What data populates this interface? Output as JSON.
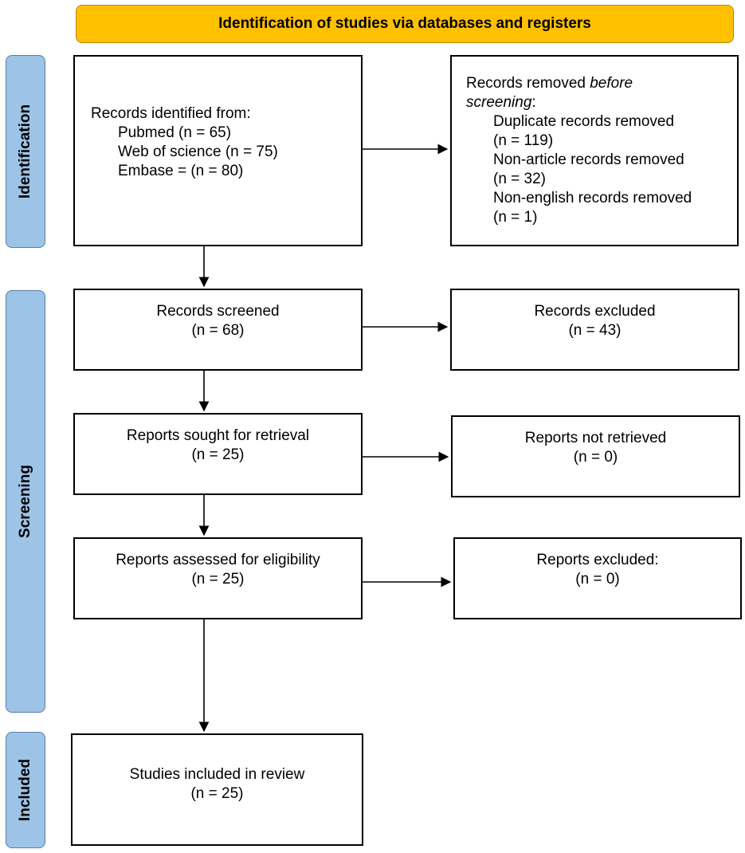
{
  "header": "Identification of studies via databases and registers",
  "phases": {
    "identification": "Identification",
    "screening": "Screening",
    "included": "Included"
  },
  "identified": {
    "title": "Records identified from:",
    "sources": [
      "Pubmed (n = 65)",
      "Web of science (n = 75)",
      "Embase = (n = 80)"
    ]
  },
  "removed": {
    "title_start": "Records removed ",
    "title_italic": "before",
    "title_line2": "screening",
    "title_colon": ":",
    "items": [
      "Duplicate records removed",
      "(n = 119)",
      "Non-article records removed",
      "(n = 32)",
      "Non-english records removed",
      "(n = 1)"
    ]
  },
  "screened": {
    "label": "Records screened",
    "n": "(n = 68)"
  },
  "excluded_records": {
    "label": "Records excluded",
    "n": "(n = 43)"
  },
  "sought": {
    "label": "Reports sought for retrieval",
    "n": "(n = 25)"
  },
  "not_retrieved": {
    "label": "Reports not retrieved",
    "n": "(n = 0)"
  },
  "assessed": {
    "label": "Reports assessed for eligibility",
    "n": "(n = 25)"
  },
  "excluded_reports": {
    "label": "Reports excluded:",
    "n": "(n = 0)"
  },
  "included": {
    "label": "Studies included in review",
    "n": "(n = 25)"
  }
}
